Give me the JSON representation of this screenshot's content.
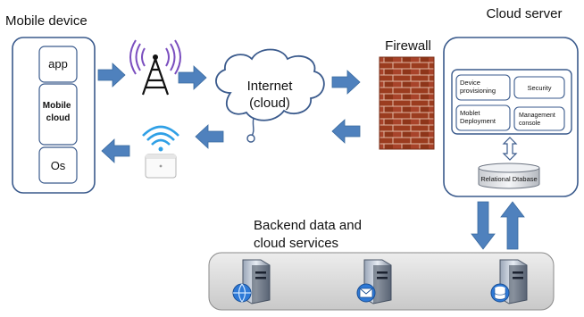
{
  "mobile": {
    "title": "Mobile device",
    "items": [
      "app",
      "Mobile cloud",
      "Os"
    ]
  },
  "internet": {
    "label_line1": "Internet",
    "label_line2": "(cloud)"
  },
  "firewall": {
    "label": "Firewall"
  },
  "cloud_server": {
    "title": "Cloud server",
    "device_provisioning": [
      "Device",
      "provisioning"
    ],
    "security": "Security",
    "moblet_deployment": [
      "Moblet",
      "Deployment"
    ],
    "management_console": [
      "Management",
      "console"
    ],
    "database": "Relational Dtabase"
  },
  "backend": {
    "label_line1": "Backend data and",
    "label_line2": "cloud services"
  },
  "colors": {
    "arrow": "#4f81bd",
    "box_border": "#3a5a8c",
    "brick": "#9b3c1f",
    "mortar": "#e2b9a4",
    "panel": "#d9d9d9"
  }
}
